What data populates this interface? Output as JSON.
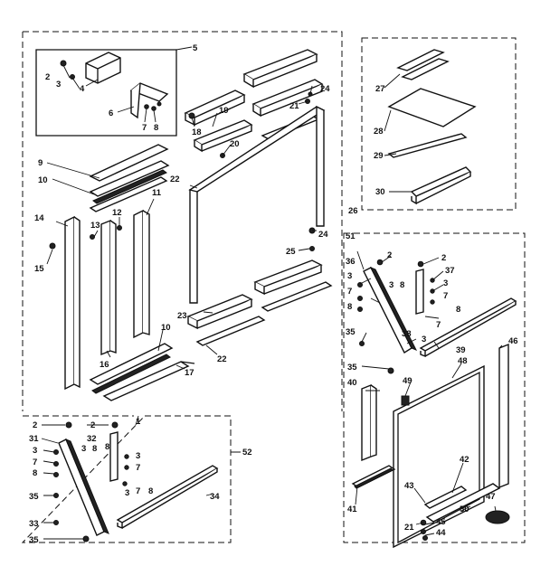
{
  "labels": [
    {
      "id": "l5",
      "text": "5"
    },
    {
      "id": "l2a",
      "text": "2"
    },
    {
      "id": "l3a",
      "text": "3"
    },
    {
      "id": "l4",
      "text": "4"
    },
    {
      "id": "l6",
      "text": "6"
    },
    {
      "id": "l7a",
      "text": "7"
    },
    {
      "id": "l8a",
      "text": "8"
    },
    {
      "id": "l18",
      "text": "18"
    },
    {
      "id": "l19",
      "text": "19"
    },
    {
      "id": "l21a",
      "text": "21"
    },
    {
      "id": "l24a",
      "text": "24"
    },
    {
      "id": "l20",
      "text": "20"
    },
    {
      "id": "l22a",
      "text": "22"
    },
    {
      "id": "l24b",
      "text": "24"
    },
    {
      "id": "l25",
      "text": "25"
    },
    {
      "id": "l23",
      "text": "23"
    },
    {
      "id": "l22b",
      "text": "22"
    },
    {
      "id": "l9",
      "text": "9"
    },
    {
      "id": "l10a",
      "text": "10"
    },
    {
      "id": "l11",
      "text": "11"
    },
    {
      "id": "l12",
      "text": "12"
    },
    {
      "id": "l13",
      "text": "13"
    },
    {
      "id": "l14",
      "text": "14"
    },
    {
      "id": "l15",
      "text": "15"
    },
    {
      "id": "l16",
      "text": "16"
    },
    {
      "id": "l10b",
      "text": "10"
    },
    {
      "id": "l17",
      "text": "17"
    },
    {
      "id": "l1",
      "text": "1"
    },
    {
      "id": "l27",
      "text": "27"
    },
    {
      "id": "l28",
      "text": "28"
    },
    {
      "id": "l29",
      "text": "29"
    },
    {
      "id": "l30",
      "text": "30"
    },
    {
      "id": "l26",
      "text": "26"
    },
    {
      "id": "l51",
      "text": "51"
    },
    {
      "id": "l36",
      "text": "36"
    },
    {
      "id": "l2b",
      "text": "2"
    },
    {
      "id": "l2c",
      "text": "2"
    },
    {
      "id": "l37",
      "text": "37"
    },
    {
      "id": "l3b",
      "text": "3"
    },
    {
      "id": "l3c",
      "text": "3"
    },
    {
      "id": "l8b",
      "text": "8"
    },
    {
      "id": "l3d",
      "text": "3"
    },
    {
      "id": "l7b",
      "text": "7"
    },
    {
      "id": "l7c",
      "text": "7"
    },
    {
      "id": "l8c",
      "text": "8"
    },
    {
      "id": "l8d",
      "text": "8"
    },
    {
      "id": "l3e",
      "text": "3"
    },
    {
      "id": "l7d",
      "text": "7"
    },
    {
      "id": "l35a",
      "text": "35"
    },
    {
      "id": "l38",
      "text": "38"
    },
    {
      "id": "l39",
      "text": "39"
    },
    {
      "id": "l46",
      "text": "46"
    },
    {
      "id": "l35b",
      "text": "35"
    },
    {
      "id": "l48",
      "text": "48"
    },
    {
      "id": "l40",
      "text": "40"
    },
    {
      "id": "l49",
      "text": "49"
    },
    {
      "id": "l41",
      "text": "41"
    },
    {
      "id": "l42",
      "text": "42"
    },
    {
      "id": "l43",
      "text": "43"
    },
    {
      "id": "l50",
      "text": "50"
    },
    {
      "id": "l47",
      "text": "47"
    },
    {
      "id": "l21b",
      "text": "21"
    },
    {
      "id": "l45",
      "text": "45"
    },
    {
      "id": "l44",
      "text": "44"
    },
    {
      "id": "l2d",
      "text": "2"
    },
    {
      "id": "l2e",
      "text": "2"
    },
    {
      "id": "l31",
      "text": "31"
    },
    {
      "id": "l32",
      "text": "32"
    },
    {
      "id": "l3f",
      "text": "3"
    },
    {
      "id": "l8e",
      "text": "8"
    },
    {
      "id": "l7e",
      "text": "7"
    },
    {
      "id": "l3g",
      "text": "3"
    },
    {
      "id": "l3h",
      "text": "3"
    },
    {
      "id": "l8f",
      "text": "8"
    },
    {
      "id": "l3i",
      "text": "3"
    },
    {
      "id": "l7f",
      "text": "7"
    },
    {
      "id": "l7g",
      "text": "7"
    },
    {
      "id": "l8g",
      "text": "8"
    },
    {
      "id": "l8h",
      "text": "8"
    },
    {
      "id": "l35c",
      "text": "35"
    },
    {
      "id": "l33",
      "text": "33"
    },
    {
      "id": "l35d",
      "text": "35"
    },
    {
      "id": "l52",
      "text": "52"
    },
    {
      "id": "l34",
      "text": "34"
    }
  ]
}
